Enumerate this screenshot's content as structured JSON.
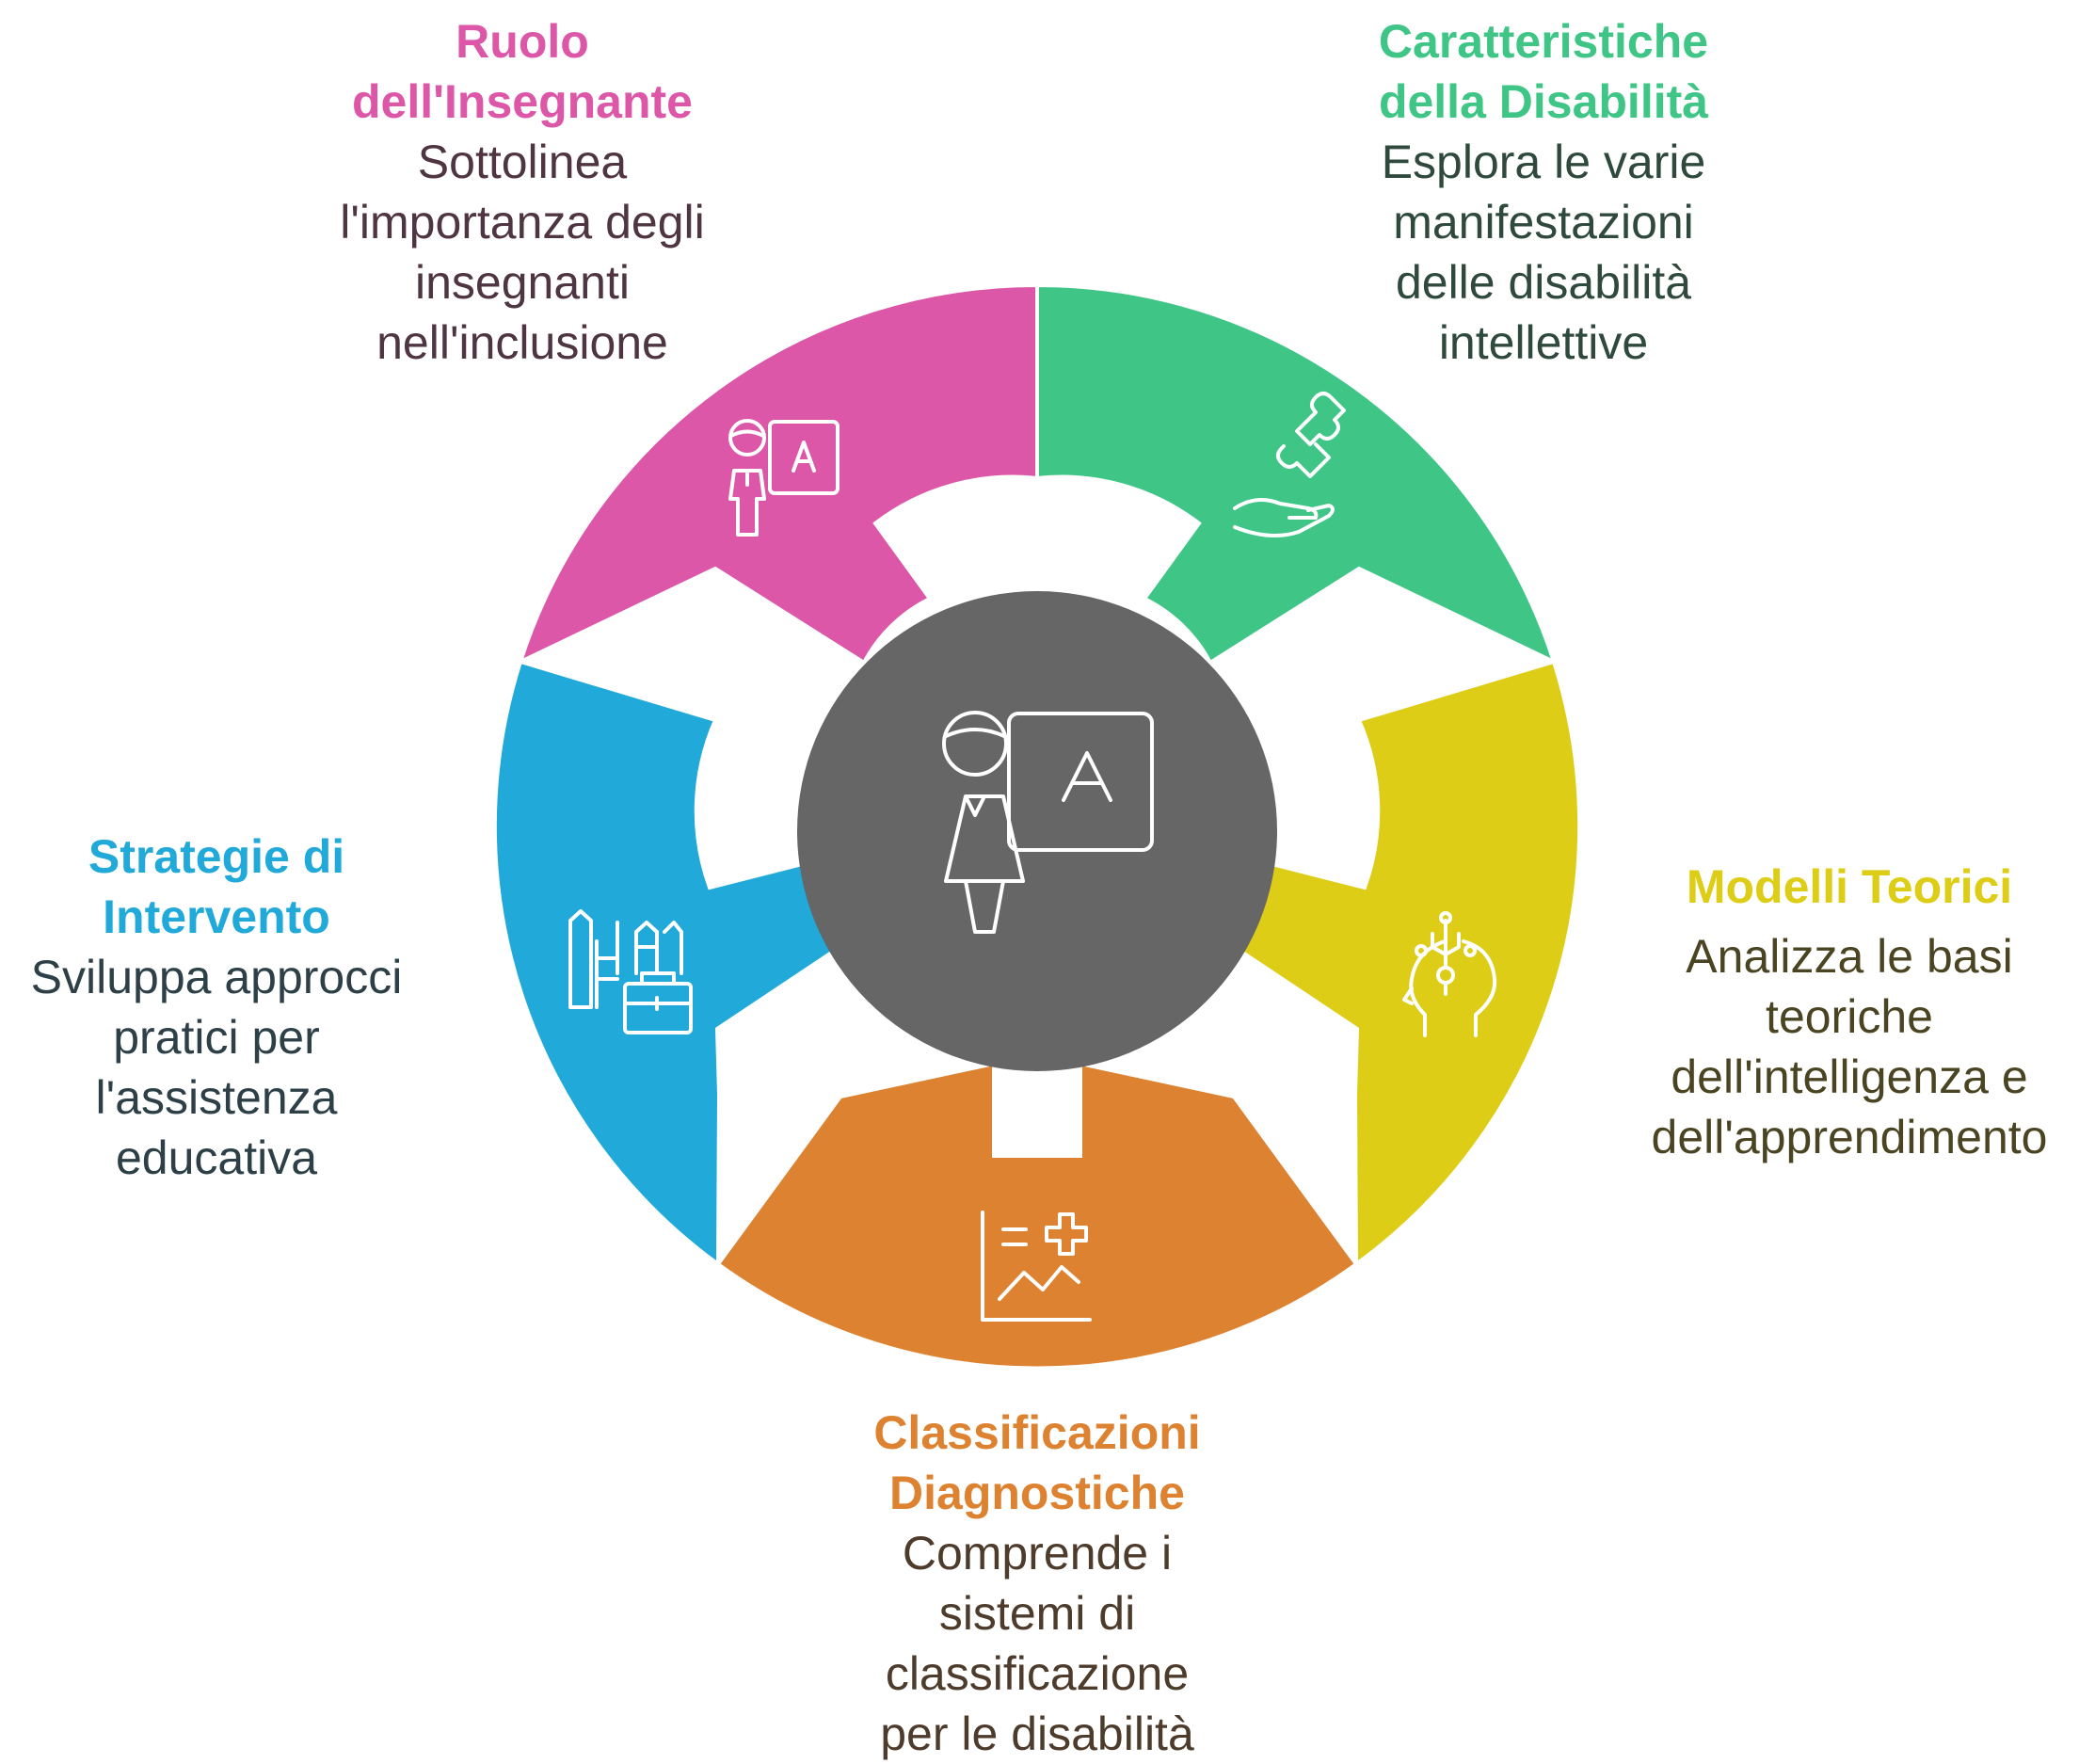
{
  "colors": {
    "pink": "#DC57A7",
    "green": "#3FC686",
    "yellow": "#DDCD17",
    "orange": "#DD8230",
    "blue": "#20A9D9",
    "center": "#666666",
    "pink_text": "#4E3541",
    "green_text": "#2F4A3D",
    "yellow_text": "#4A4422",
    "orange_text": "#4D3B2C",
    "blue_text": "#2D3F47"
  },
  "center_icon": "teacher-blackboard-icon",
  "segments": [
    {
      "key": "ruolo",
      "icon": "teacher-icon",
      "title_lines": [
        "Ruolo",
        "dell'Insegnante"
      ],
      "desc_lines": [
        "Sottolinea",
        "l'importanza degli",
        "insegnanti",
        "nell'inclusione"
      ]
    },
    {
      "key": "caratteristiche",
      "icon": "puzzle-hand-icon",
      "title_lines": [
        "Caratteristiche",
        "della Disabilità"
      ],
      "desc_lines": [
        "Esplora le varie",
        "manifestazioni",
        "delle disabilità",
        "intellettive"
      ]
    },
    {
      "key": "modelli",
      "icon": "brain-head-icon",
      "title_lines": [
        "Modelli Teorici"
      ],
      "desc_lines": [
        "Analizza le basi",
        "teoriche",
        "dell'intelligenza e",
        "dell'apprendimento"
      ]
    },
    {
      "key": "classificazioni",
      "icon": "medical-chart-icon",
      "title_lines": [
        "Classificazioni",
        "Diagnostiche"
      ],
      "desc_lines": [
        "Comprende i",
        "sistemi di",
        "classificazione",
        "per le disabilità"
      ]
    },
    {
      "key": "strategie",
      "icon": "intervention-toolkit-icon",
      "title_lines": [
        "Strategie di",
        "Intervento"
      ],
      "desc_lines": [
        "Sviluppa approcci",
        "pratici per",
        "l'assistenza",
        "educativa"
      ]
    }
  ]
}
